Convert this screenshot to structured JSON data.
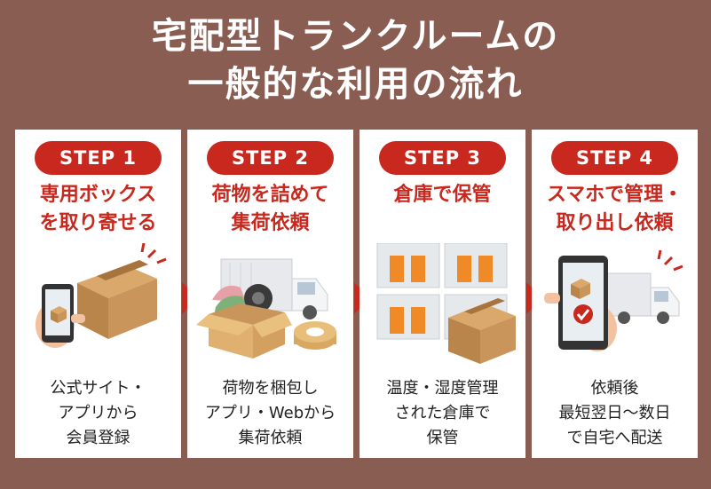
{
  "title": {
    "line1": "宅配型トランクルームの",
    "line2": "一般的な利用の流れ"
  },
  "steps": [
    {
      "badge": "STEP 1",
      "heading": [
        "専用ボックス",
        "を取り寄せる"
      ],
      "desc": [
        "公式サイト・",
        "アプリから",
        "会員登録"
      ]
    },
    {
      "badge": "STEP 2",
      "heading": [
        "荷物を詰めて",
        "集荷依頼"
      ],
      "desc": [
        "荷物を梱包し",
        "アプリ・Webから",
        "集荷依頼"
      ]
    },
    {
      "badge": "STEP 3",
      "heading": [
        "倉庫で保管",
        ""
      ],
      "desc": [
        "温度・湿度管理",
        "された倉庫で",
        "保管"
      ]
    },
    {
      "badge": "STEP 4",
      "heading": [
        "スマホで管理・",
        "取り出し依頼"
      ],
      "desc": [
        "依頼後",
        "最短翌日〜数日",
        "で自宅へ配送"
      ]
    }
  ],
  "colors": {
    "background": "#8a5d52",
    "accent": "#c8281e",
    "card": "#ffffff"
  }
}
